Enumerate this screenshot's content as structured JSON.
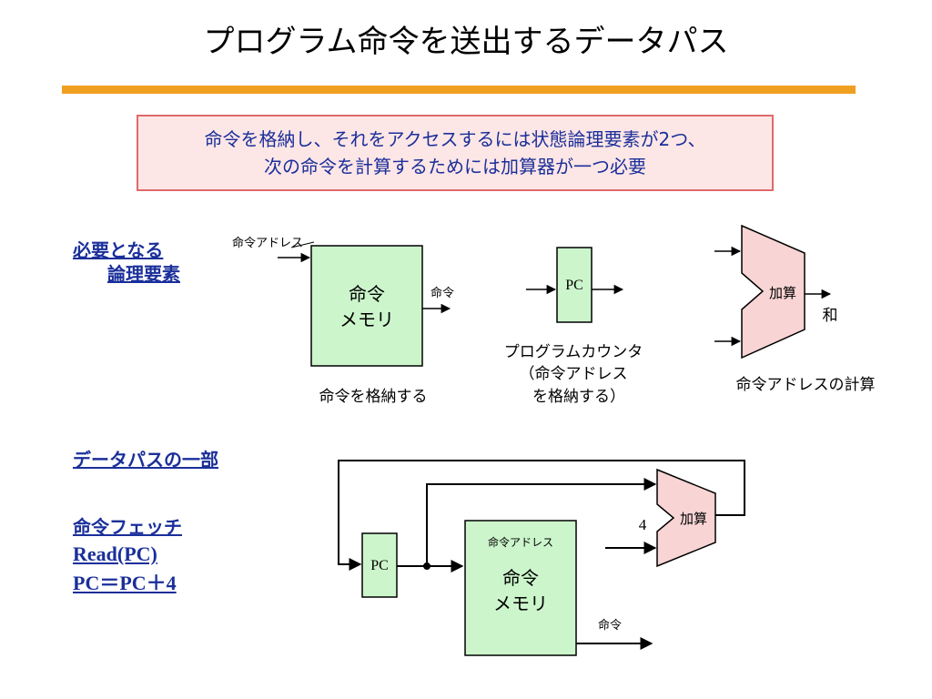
{
  "title": "プログラム命令を送出するデータパス",
  "colors": {
    "accent_rule": "#f0a020",
    "callout_border": "#e06a6a",
    "callout_bg": "#fde6e6",
    "blue_text": "#1a2f9a",
    "memory_fill": "#ccf5cc",
    "adder_fill": "#f9d4d4"
  },
  "callout": {
    "line1": "命令を格納し、それをアクセスするには状態論理要素が2つ、",
    "line2": "次の命令を計算するためには加算器が一つ必要"
  },
  "sidebar": {
    "required_line1": "必要となる",
    "required_line2": "論理要素",
    "datapath_part": "データパスの一部",
    "fetch": "命令フェッチ",
    "read_pc": "Read(PC)",
    "pc_update": "PC＝PC＋4"
  },
  "top": {
    "memory_addr_label": "命令アドレス",
    "memory_line1": "命令",
    "memory_line2": "メモリ",
    "memory_out_label": "命令",
    "memory_caption": "命令を格納する",
    "pc_label": "PC",
    "pc_caption1": "プログラムカウンタ",
    "pc_caption2": "（命令アドレス",
    "pc_caption3": "を格納する）",
    "adder_label": "加算",
    "adder_out_label": "和",
    "adder_caption": "命令アドレスの計算"
  },
  "bottom": {
    "pc_label": "PC",
    "memory_addr_label": "命令アドレス",
    "memory_line1": "命令",
    "memory_line2": "メモリ",
    "memory_out_label": "命令",
    "adder_label": "加算",
    "constant_label": "4"
  }
}
